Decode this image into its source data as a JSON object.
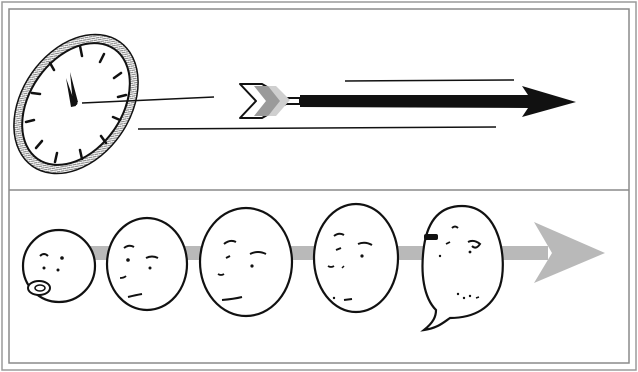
{
  "illustration": {
    "panels": [
      {
        "name": "clock-and-arrow",
        "clock": {
          "hour": 12,
          "minute": 0
        },
        "arrow_direction": "right"
      },
      {
        "name": "faces-aging-sequence",
        "face_count": 5,
        "arrow_direction": "right"
      }
    ],
    "colors": {
      "ink": "#111111",
      "frame": "#9a9a9a",
      "faded_arrow": "#b9b9b9",
      "background": "#ffffff"
    }
  }
}
